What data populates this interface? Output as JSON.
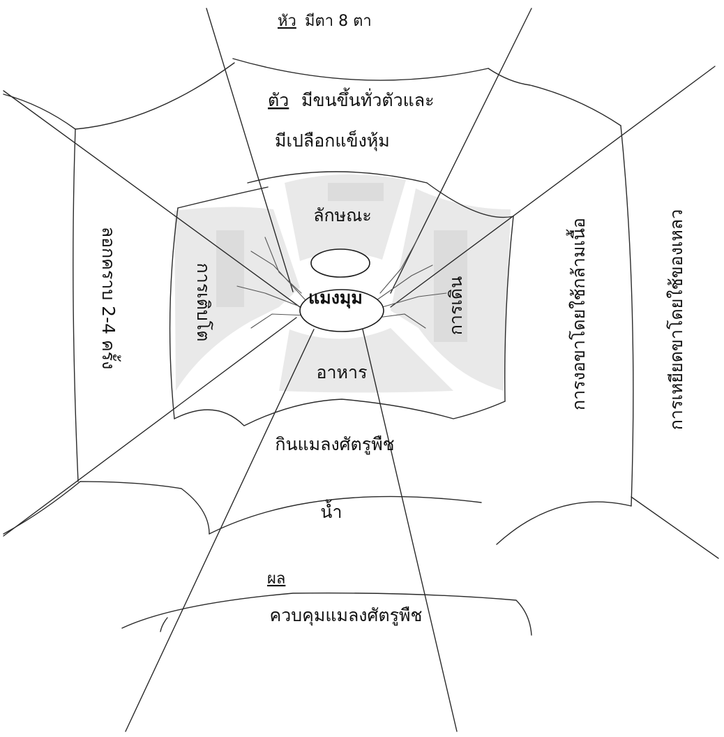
{
  "center": {
    "label": "แมงมุม"
  },
  "branches": {
    "characteristics": {
      "label": "ลักษณะ",
      "head": {
        "heading": "หัว",
        "text": "มีตา 8 ตา"
      },
      "body": {
        "heading": "ตัว",
        "text_line1": "มีขนขึ้นทั่วตัวและ",
        "text_line2": "มีเปลือกแข็งหุ้ม"
      }
    },
    "food": {
      "label": "อาหาร",
      "items": [
        "กินแมลงศัตรูพืช",
        "น้ำ"
      ],
      "result": {
        "heading": "ผล",
        "text": "ควบคุมแมลงศัตรูพืช"
      }
    },
    "growth": {
      "label": "การเติบโต",
      "detail": "ลอกคราบ 2-4 ครั้ง"
    },
    "walking": {
      "label": "การเดิน",
      "details": [
        "การงอขาโดยใช้กล้ามเนื้อ",
        "การเหยียดขาโดยใช้ของเหลว"
      ]
    }
  }
}
